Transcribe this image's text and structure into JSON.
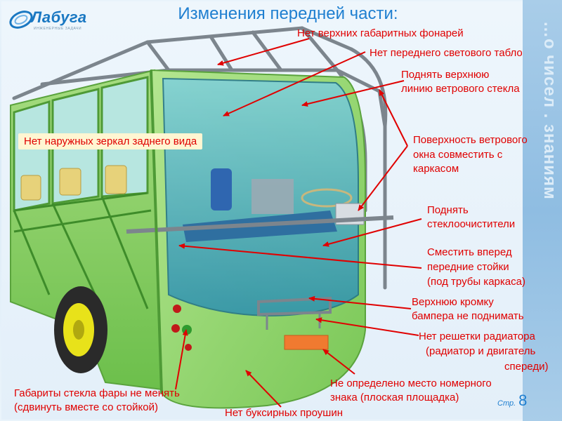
{
  "header": {
    "logo_text": "Лабуга",
    "logo_subtext": "ИНЖЕНЕРНЫЕ ЗАДАЧИ",
    "title": "Изменения передней части:"
  },
  "side_text": "…о чисел . знаниям",
  "callouts": {
    "no_top_lights": "Нет верхних габаритных фонарей",
    "no_front_sign": "Нет переднего светового табло",
    "raise_windshield_1": "Поднять верхнюю",
    "raise_windshield_2": "линию ветрового стекла",
    "no_mirrors": "Нет наружных зеркал заднего вида",
    "align_window_1": "Поверхность ветрового",
    "align_window_2": "окна совместить с",
    "align_window_3": "каркасом",
    "raise_wipers_1": "Поднять",
    "raise_wipers_2": "стеклоочистители",
    "move_pillars_1": "Сместить вперед",
    "move_pillars_2": "передние стойки",
    "move_pillars_3": "(под трубы каркаса)",
    "bumper_1": "Верхнюю кромку",
    "bumper_2": "бампера не поднимать",
    "no_grille_1": "Нет решетки радиатора",
    "no_grille_2": "(радиатор и двигатель",
    "no_grille_3": "спереди)",
    "lights_1": "Габариты стекла фары не менять",
    "lights_2": "(сдвинуть вместе со стойкой)",
    "plate_1": "Не определено место номерного",
    "plate_2": "знака (плоская площадка)",
    "no_tow": "Нет буксирных проушин"
  },
  "page": {
    "label": "Стр.",
    "number": "8"
  },
  "colors": {
    "callout_text": "#e00000",
    "arrow": "#e00000",
    "title": "#1f7fd0",
    "bus_body": "#8fd06b",
    "glass": "#3aa3b8",
    "frame": "#9aa2aa"
  }
}
